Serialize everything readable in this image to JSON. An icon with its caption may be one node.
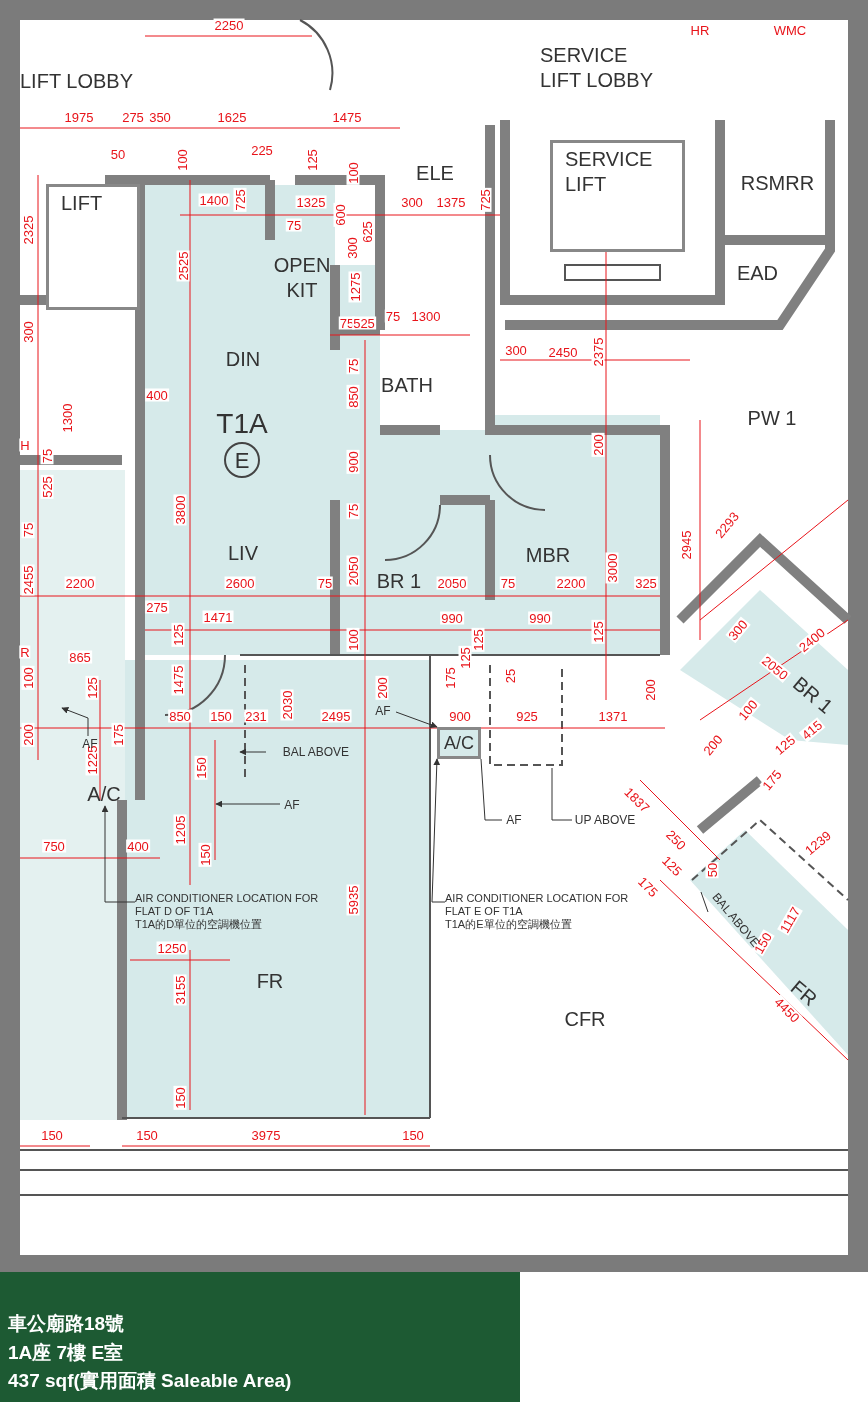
{
  "diagram": {
    "nodes": [
      {
        "text": [
          "LIFT LOBBY"
        ]
      },
      {
        "text": [
          "SERVICE LIFT LOBBY"
        ]
      },
      {
        "text": [
          "LIFT"
        ]
      },
      {
        "text": [
          "ELE"
        ]
      },
      {
        "text": [
          "SERVICE LIFT"
        ]
      },
      {
        "text": [
          "RSMRR"
        ]
      },
      {
        "text": [
          "OPEN KIT"
        ]
      },
      {
        "text": [
          "DIN"
        ]
      },
      {
        "text": [
          "T1A",
          "E"
        ]
      },
      {
        "text": [
          "BATH"
        ]
      },
      {
        "text": [
          "EAD"
        ]
      },
      {
        "text": [
          "PW 1"
        ]
      },
      {
        "text": [
          "LIV"
        ]
      },
      {
        "text": [
          "BR 1"
        ]
      },
      {
        "text": [
          "MBR"
        ]
      },
      {
        "text": [
          "A/C"
        ]
      },
      {
        "text": [
          "A/C"
        ]
      },
      {
        "text": [
          "FR"
        ]
      },
      {
        "text": [
          "CFR"
        ]
      },
      {
        "text": [
          "BR 1"
        ]
      },
      {
        "text": [
          "FR"
        ]
      },
      {
        "text": [
          "AF"
        ]
      },
      {
        "text": [
          "AF"
        ]
      },
      {
        "text": [
          "AF"
        ]
      },
      {
        "text": [
          "BAL ABOVE"
        ]
      },
      {
        "text": [
          "AF"
        ]
      },
      {
        "text": [
          "UP ABOVE"
        ]
      },
      {
        "text": [
          "AIR CONDITIONER LOCATION FOR FLAT D OF T1A",
          "T1A的D單位的空調機位置"
        ]
      },
      {
        "text": [
          "AIR CONDITIONER LOCATION FOR FLAT E OF T1A",
          "T1A的E單位的空調機位置"
        ]
      },
      {
        "text": [
          "BAL ABOVE"
        ]
      }
    ],
    "edges": [
      {
        "from": 21,
        "to": null,
        "arrow": "to"
      },
      {
        "from": 22,
        "to": 16,
        "arrow": "to"
      },
      {
        "from": 23,
        "to": null,
        "arrow": "to"
      },
      {
        "from": 24,
        "to": null,
        "arrow": "to"
      },
      {
        "from": 25,
        "to": 16,
        "arrow": "none"
      },
      {
        "from": 26,
        "to": null,
        "arrow": "none"
      },
      {
        "from": 27,
        "to": 15,
        "arrow": "to"
      },
      {
        "from": 28,
        "to": 16,
        "arrow": "to"
      },
      {
        "from": 29,
        "to": null,
        "arrow": "none"
      }
    ],
    "labels": [
      "2250",
      "HR",
      "WMC",
      "1975",
      "275",
      "350",
      "1625",
      "1475",
      "50",
      "225",
      "100",
      "125",
      "100",
      "1400",
      "725",
      "1325",
      "300",
      "1375",
      "725",
      "75",
      "600",
      "625",
      "2325",
      "300",
      "2525",
      "1275",
      "75",
      "525",
      "75",
      "1300",
      "300",
      "300",
      "2450",
      "2375",
      "75",
      "400",
      "850",
      "1300",
      "H",
      "200",
      "75",
      "900",
      "525",
      "3800",
      "75",
      "75",
      "2293",
      "2945",
      "3000",
      "2455",
      "2050",
      "2200",
      "2600",
      "75",
      "2050",
      "75",
      "2200",
      "325",
      "275",
      "1471",
      "990",
      "990",
      "125",
      "100",
      "125",
      "125",
      "300",
      "2400",
      "R",
      "865",
      "125",
      "2050",
      "100",
      "1475",
      "175",
      "25",
      "125",
      "200",
      "200",
      "2030",
      "100",
      "850",
      "150",
      "231",
      "2495",
      "900",
      "925",
      "1371",
      "200",
      "175",
      "200",
      "125",
      "415",
      "150",
      "1225",
      "175",
      "1837",
      "1205",
      "250",
      "1239",
      "750",
      "400",
      "150",
      "125",
      "50",
      "175",
      "5935",
      "1117",
      "150",
      "1250",
      "3155",
      "4450",
      "150",
      "150",
      "150",
      "3975",
      "150",
      "車公廟路18號",
      "1A座 7樓 E室",
      "437 sqf(實用面積 Saleable Area)"
    ]
  }
}
